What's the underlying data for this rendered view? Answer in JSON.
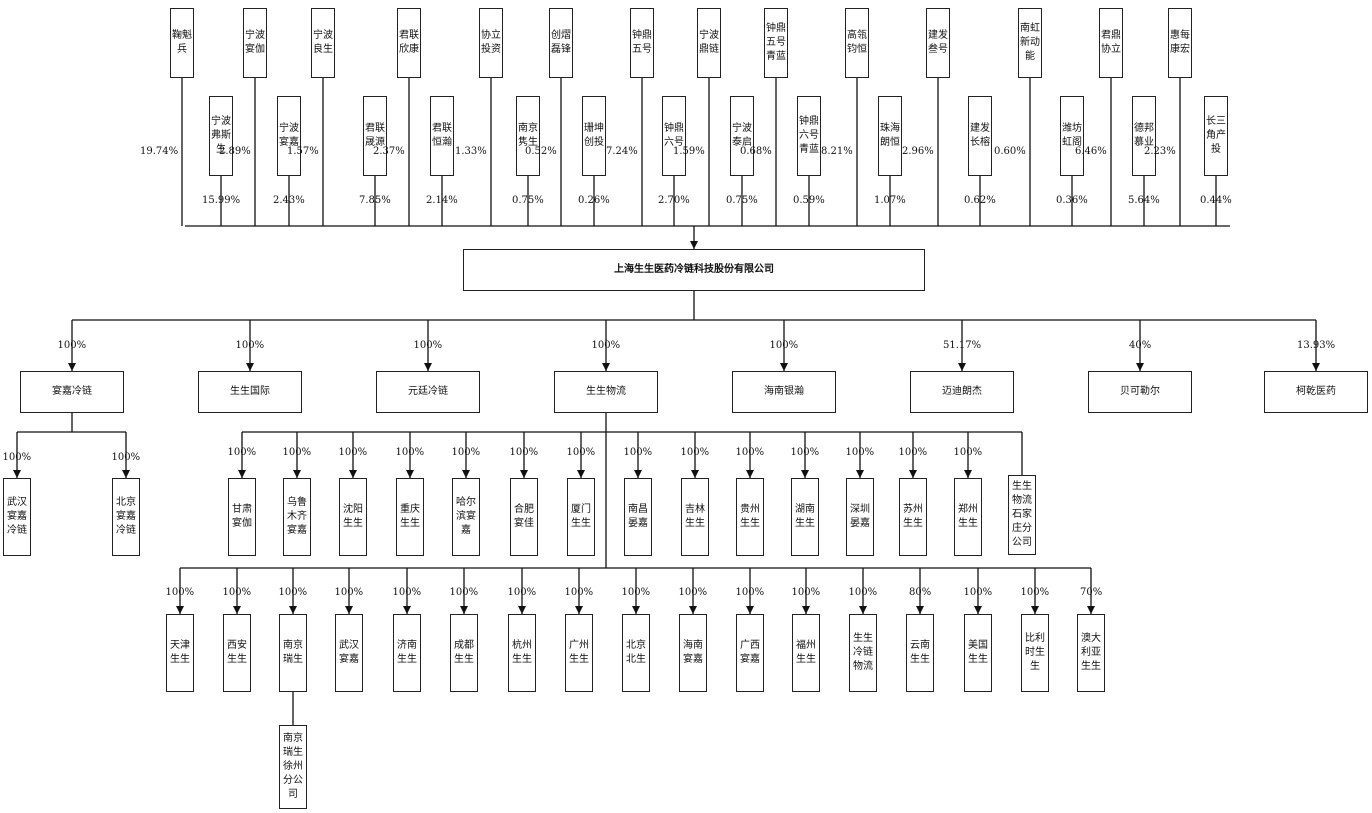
{
  "company": "上海生生医药冷链科技股份有限公司",
  "shareholders": [
    {
      "name": "鞠魁兵",
      "pct": "19.74%"
    },
    {
      "name": "宁波弗斯生",
      "pct": "15.99%"
    },
    {
      "name": "宁波宴伽",
      "pct": "2.89%"
    },
    {
      "name": "宁波宴嘉",
      "pct": "2.43%"
    },
    {
      "name": "宁波良生",
      "pct": "1.57%"
    },
    {
      "name": "君联晟源",
      "pct": "7.85%"
    },
    {
      "name": "君联欣康",
      "pct": "2.37%"
    },
    {
      "name": "君联恒瀚",
      "pct": "2.14%"
    },
    {
      "name": "协立投资",
      "pct": "1.33%"
    },
    {
      "name": "南京隽生",
      "pct": "0.75%"
    },
    {
      "name": "创熠磊锋",
      "pct": "0.52%"
    },
    {
      "name": "珊坤创投",
      "pct": "0.26%"
    },
    {
      "name": "钟鼎五号",
      "pct": "7.24%"
    },
    {
      "name": "钟鼎六号",
      "pct": "2.70%"
    },
    {
      "name": "宁波鼎链",
      "pct": "1.59%"
    },
    {
      "name": "宁波泰启",
      "pct": "0.75%"
    },
    {
      "name": "钟鼎五号青蓝",
      "pct": "0.68%"
    },
    {
      "name": "钟鼎六号青蓝",
      "pct": "0.59%"
    },
    {
      "name": "高瓴钧恒",
      "pct": "8.21%"
    },
    {
      "name": "珠海朗恒",
      "pct": "1.07%"
    },
    {
      "name": "建发叁号",
      "pct": "2.96%"
    },
    {
      "name": "建发长榕",
      "pct": "0.62%"
    },
    {
      "name": "南虹新动能",
      "pct": "0.60%"
    },
    {
      "name": "潍坊虹阁",
      "pct": "0.36%"
    },
    {
      "name": "君鼎协立",
      "pct": "6.46%"
    },
    {
      "name": "德邦慕业",
      "pct": "5.64%"
    },
    {
      "name": "惠每康宏",
      "pct": "2.23%"
    },
    {
      "name": "长三角产投",
      "pct": "0.44%"
    }
  ],
  "subsidiaries": [
    {
      "name": "宴嘉冷链",
      "pct": "100%"
    },
    {
      "name": "生生国际",
      "pct": "100%"
    },
    {
      "name": "元廷冷链",
      "pct": "100%"
    },
    {
      "name": "生生物流",
      "pct": "100%"
    },
    {
      "name": "海南银瀚",
      "pct": "100%"
    },
    {
      "name": "迈迪朗杰",
      "pct": "51.17%"
    },
    {
      "name": "贝可勒尔",
      "pct": "40%"
    },
    {
      "name": "柯乾医药",
      "pct": "13.93%"
    }
  ],
  "yanjia_children": [
    {
      "name": "武汉宴嘉冷链",
      "pct": "100%"
    },
    {
      "name": "北京宴嘉冷链",
      "pct": "100%"
    }
  ],
  "logistics_row1": [
    {
      "name": "甘肃宴伽",
      "pct": "100%"
    },
    {
      "name": "乌鲁木齐宴嘉",
      "pct": "100%"
    },
    {
      "name": "沈阳生生",
      "pct": "100%"
    },
    {
      "name": "重庆生生",
      "pct": "100%"
    },
    {
      "name": "哈尔滨宴嘉",
      "pct": "100%"
    },
    {
      "name": "合肥宴佳",
      "pct": "100%"
    },
    {
      "name": "厦门生生",
      "pct": "100%"
    },
    {
      "name": "南昌晏嘉",
      "pct": "100%"
    },
    {
      "name": "吉林生生",
      "pct": "100%"
    },
    {
      "name": "贵州生生",
      "pct": "100%"
    },
    {
      "name": "湖南生生",
      "pct": "100%"
    },
    {
      "name": "深圳晏嘉",
      "pct": "100%"
    },
    {
      "name": "苏州生生",
      "pct": "100%"
    },
    {
      "name": "郑州生生",
      "pct": "100%"
    },
    {
      "name": "生生物流石家庄分公司",
      "pct": ""
    }
  ],
  "logistics_row2": [
    {
      "name": "天津生生",
      "pct": "100%"
    },
    {
      "name": "西安生生",
      "pct": "100%"
    },
    {
      "name": "南京瑞生",
      "pct": "100%"
    },
    {
      "name": "武汉宴嘉",
      "pct": "100%"
    },
    {
      "name": "济南生生",
      "pct": "100%"
    },
    {
      "name": "成都生生",
      "pct": "100%"
    },
    {
      "name": "杭州生生",
      "pct": "100%"
    },
    {
      "name": "广州生生",
      "pct": "100%"
    },
    {
      "name": "北京北生",
      "pct": "100%"
    },
    {
      "name": "海南宴嘉",
      "pct": "100%"
    },
    {
      "name": "广西宴嘉",
      "pct": "100%"
    },
    {
      "name": "福州生生",
      "pct": "100%"
    },
    {
      "name": "生生冷链物流",
      "pct": "100%"
    },
    {
      "name": "云南生生",
      "pct": "80%"
    },
    {
      "name": "美国生生",
      "pct": "100%"
    },
    {
      "name": "比利时生生",
      "pct": "100%"
    },
    {
      "name": "澳大利亚生生",
      "pct": "70%"
    }
  ],
  "nanjing_branch": {
    "name": "南京瑞生徐州分公司"
  }
}
